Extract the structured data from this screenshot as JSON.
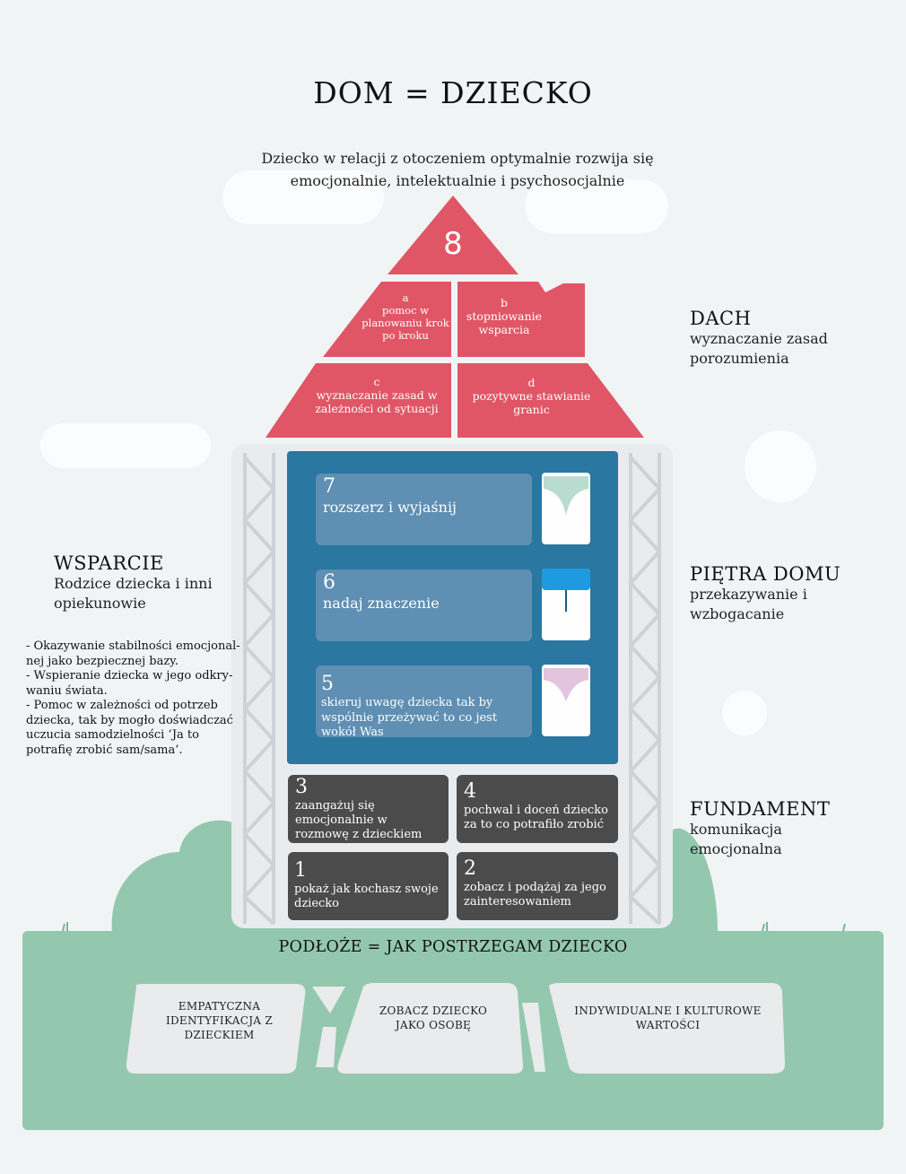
{
  "title": "DOM = DZIECKO",
  "subtitle": "Dziecko w relacji z otoczeniem optymalnie rozwija się emocjonalnie, intelektualnie i psychosocjalnie",
  "roof": {
    "number": "8",
    "a": {
      "letter": "a",
      "text": "pomoc w planowaniu krok po kroku"
    },
    "b": {
      "letter": "b",
      "text": "stopniowanie wsparcia"
    },
    "c": {
      "letter": "c",
      "text": "wyznaczanie zasad w zależności od sytuacji"
    },
    "d": {
      "letter": "d",
      "text": "pozytywne stawianie granic"
    }
  },
  "floors": [
    {
      "number": "7",
      "text": "rozszerz i wyjaśnij"
    },
    {
      "number": "6",
      "text": "nadaj znaczenie"
    },
    {
      "number": "5",
      "text": "skieruj uwagę dziecka tak by wspólnie przeżywać to co jest wokół Was"
    }
  ],
  "foundation": [
    {
      "number": "3",
      "text": "zaangażuj się emocjonalnie w rozmowę z dzieckiem"
    },
    {
      "number": "4",
      "text": "pochwal i doceń dziecko za to co potrafiło zrobić"
    },
    {
      "number": "1",
      "text": "pokaż jak kochasz swoje dziecko"
    },
    {
      "number": "2",
      "text": "zobacz i podążaj za jego zainteresowaniem"
    }
  ],
  "right_labels": {
    "dach": {
      "head": "DACH",
      "sub": "wyznaczanie zasad porozumienia"
    },
    "pietra": {
      "head": "PIĘTRA DOMU",
      "sub": "przekazywanie i wzbogacanie"
    },
    "fundament": {
      "head": "FUNDAMENT",
      "sub": "komunikacja emocjonalna"
    }
  },
  "support": {
    "head": "WSPARCIE",
    "sub": "Rodzice dziecka i inni opiekunowie",
    "items": [
      "- Okazywanie stabilności emocjonal-nej jako bezpiecznej bazy.",
      "- Wspieranie dziecka w jego odkry-waniu świata.",
      "- Pomoc w zależności od potrzeb dziecka, tak by mogło doświadczać uczucia samodzielności ‘Ja to potrafię zrobić sam/sama’."
    ]
  },
  "ground": {
    "title": "PODŁOŻE = JAK POSTRZEGAM DZIECKO",
    "stones": [
      "EMPATYCZNA IDENTYFIKACJA Z DZIECKIEM",
      "ZOBACZ DZIECKO JAKO OSOBĘ",
      "INDYWIDUALNE I KULTUROWE WARTOŚCI"
    ]
  },
  "colors": {
    "roof": "#e05666",
    "floors_bg": "#2a77a1",
    "floor_box": "#5f8fb3",
    "foundation_box": "#4b4b4b",
    "ground": "#93c8ae"
  }
}
